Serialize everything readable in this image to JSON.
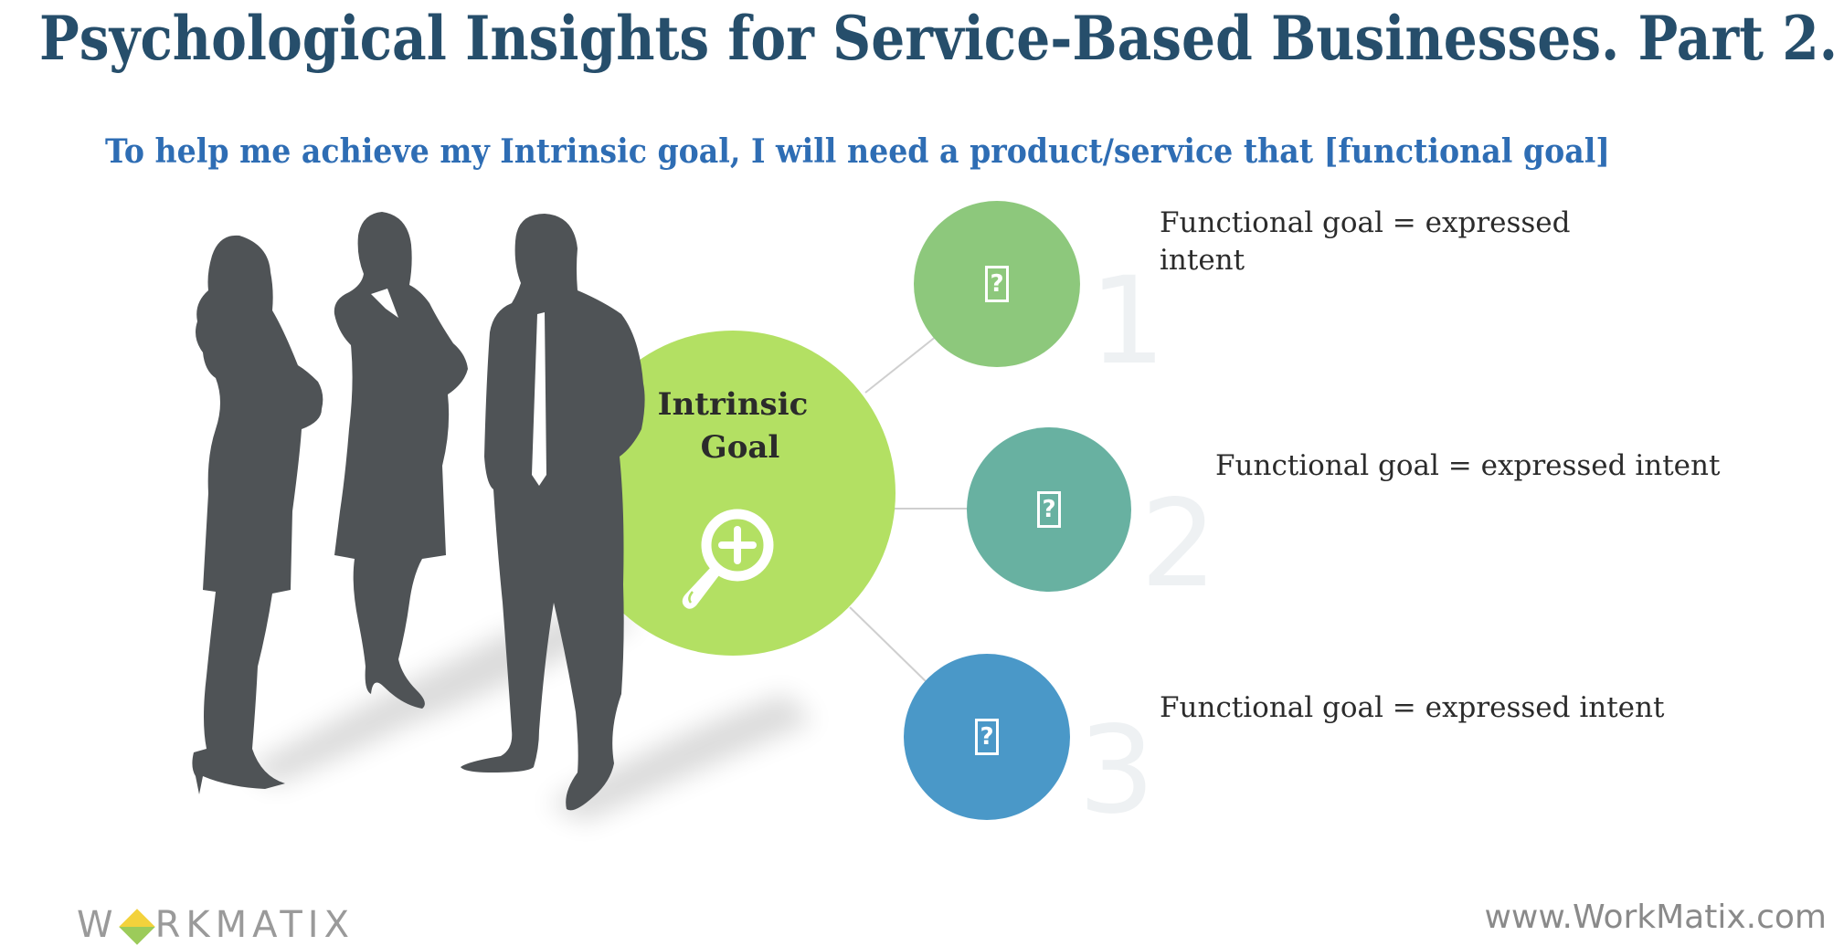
{
  "slide": {
    "title": "Psychological Insights for Service-Based Businesses. Part 2.",
    "subtitle": "To help me achieve my Intrinsic goal, I will need a product/service that [functional goal]"
  },
  "hub": {
    "label_line1": "Intrinsic",
    "label_line2": "Goal",
    "icon": "zoom-in-magnifier-icon",
    "color": "#b3e063"
  },
  "nodes": [
    {
      "number": "1",
      "icon_placeholder": "?",
      "icon": "missing-glyph-icon",
      "color": "#8dc87c",
      "text": "Functional goal = expressed intent"
    },
    {
      "number": "2",
      "icon_placeholder": "?",
      "icon": "missing-glyph-icon",
      "color": "#68b1a1",
      "text": "Functional goal = expressed intent"
    },
    {
      "number": "3",
      "icon_placeholder": "?",
      "icon": "missing-glyph-icon",
      "color": "#4a98c8",
      "text": "Functional goal = expressed intent"
    }
  ],
  "footer": {
    "logo_pre": "W",
    "logo_post": "RKMATIX",
    "url": "www.WorkMatix.com"
  },
  "colors": {
    "title": "#264e6b",
    "subtitle": "#2e6db4",
    "silhouette": "#4f5356",
    "connector": "#cfcfcf",
    "number_watermark": "#eef1f3"
  }
}
